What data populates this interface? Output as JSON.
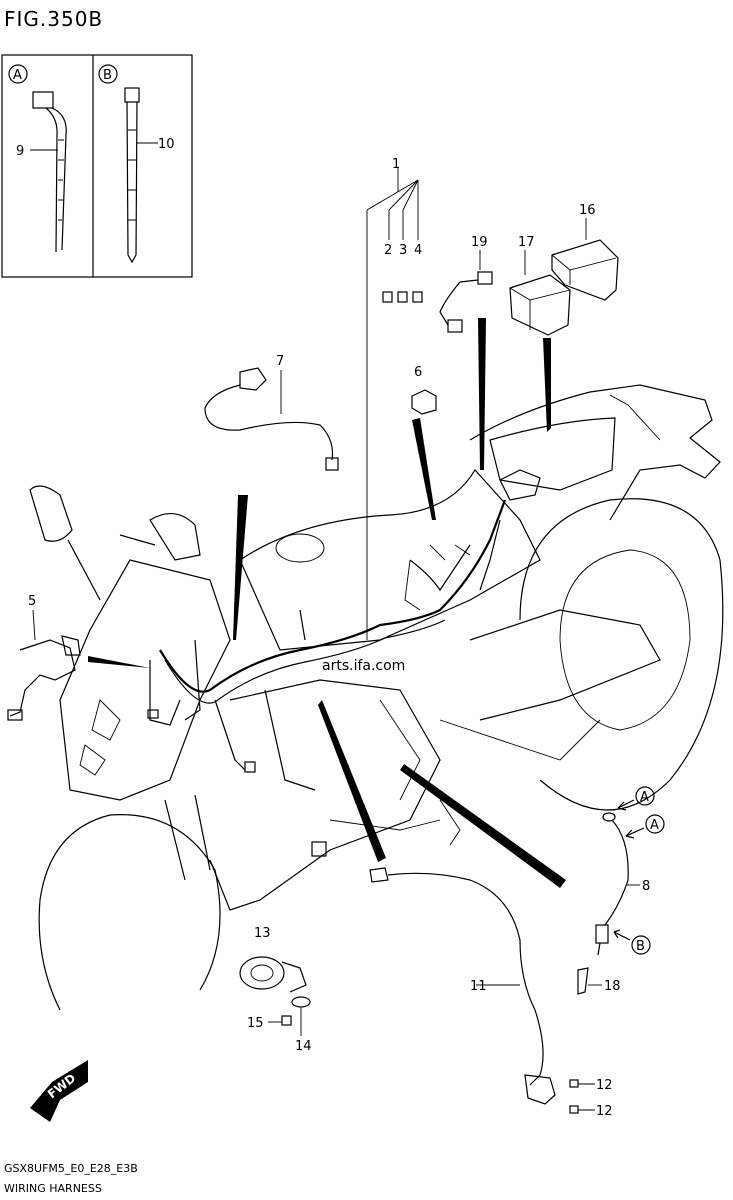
{
  "figure": {
    "title": "FIG.350B"
  },
  "insets": [
    {
      "letter": "A",
      "part": "9"
    },
    {
      "letter": "B",
      "part": "10"
    }
  ],
  "callouts": [
    "1",
    "2",
    "3",
    "4",
    "5",
    "6",
    "7",
    "8",
    "9",
    "10",
    "11",
    "12",
    "12",
    "13",
    "14",
    "15",
    "16",
    "17",
    "18",
    "19"
  ],
  "markers": {
    "a1": "A",
    "a2": "A",
    "b1": "B"
  },
  "badge": {
    "fwd": "FWD"
  },
  "watermark": "arts.ifa.com",
  "footer": {
    "model": "GSX8UFM5_E0_E28_E3B",
    "name": "WIRING HARNESS"
  }
}
